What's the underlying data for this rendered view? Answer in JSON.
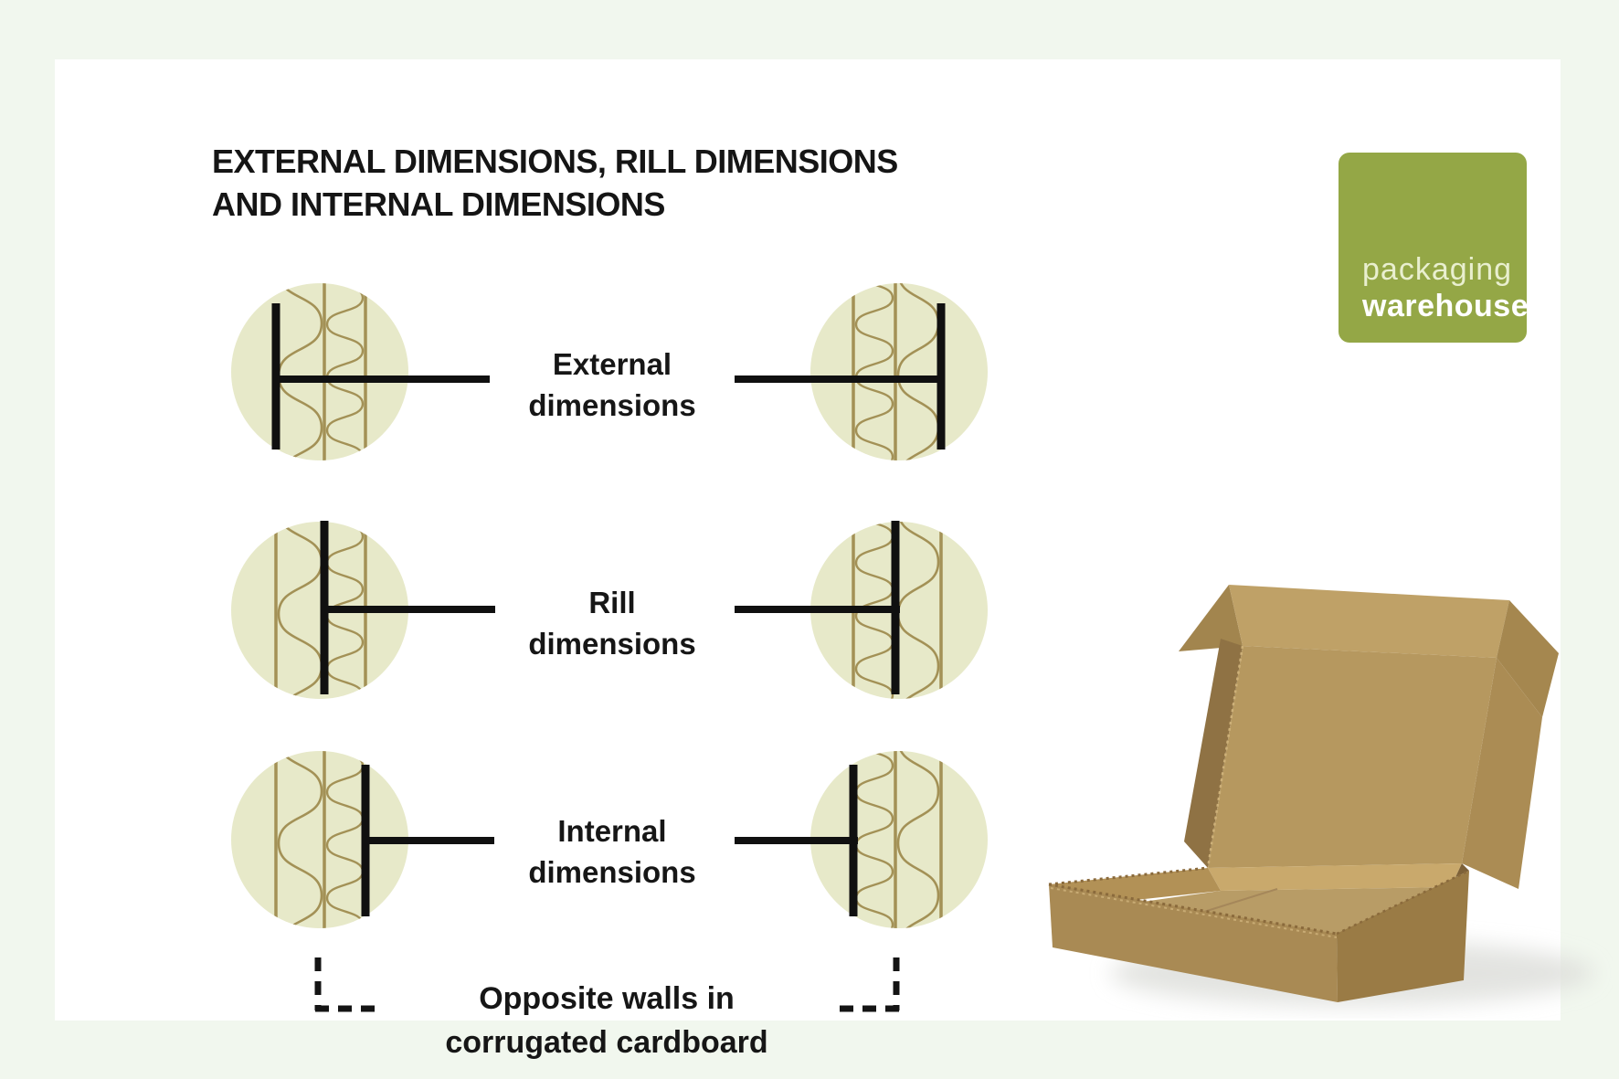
{
  "title": {
    "line1": "EXTERNAL DIMENSIONS, RILL DIMENSIONS",
    "line2": "AND INTERNAL DIMENSIONS"
  },
  "logo": {
    "line1": "packaging",
    "line2": "warehouse",
    "bg_color": "#94a746",
    "text_color": "#ffffff"
  },
  "rows": [
    {
      "label_line1": "External",
      "label_line2": "dimensions",
      "left_icon": "corrugated-wall-external-measure-icon",
      "right_icon": "corrugated-wall-external-measure-icon-mirrored"
    },
    {
      "label_line1": "Rill",
      "label_line2": "dimensions",
      "left_icon": "corrugated-wall-rill-measure-icon",
      "right_icon": "corrugated-wall-rill-measure-icon-mirrored"
    },
    {
      "label_line1": "Internal",
      "label_line2": "dimensions",
      "left_icon": "corrugated-wall-internal-measure-icon",
      "right_icon": "corrugated-wall-internal-measure-icon-mirrored"
    }
  ],
  "footer": {
    "line1": "Opposite walls in",
    "line2": "corrugated cardboard"
  },
  "illustration": {
    "name": "open-kraft-mailer-box"
  },
  "colors": {
    "page_background": "#f1f7ee",
    "card_background": "#ffffff",
    "accent_green": "#94a746",
    "circle_fill": "#e7e9c9",
    "cardboard_line_tan": "#a39156",
    "measure_black": "#101010",
    "kraft_light": "#c9a96c",
    "kraft_mid": "#b6985f",
    "kraft_dark": "#7d6138"
  }
}
